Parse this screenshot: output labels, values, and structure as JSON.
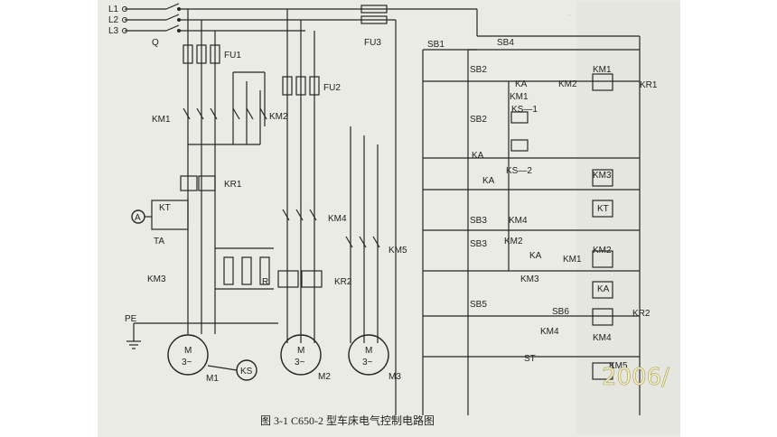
{
  "labels": {
    "L1": "L1",
    "L2": "L2",
    "L3": "L3",
    "Q": "Q",
    "FU1": "FU1",
    "FU2": "FU2",
    "FU3": "FU3",
    "KM1_main": "KM1",
    "KM2_main": "KM2",
    "KR1_main": "KR1",
    "KT_main": "KT",
    "TA": "TA",
    "A": "A",
    "KM3_main": "KM3",
    "R": "R",
    "KR2_main": "KR2",
    "KM4_main": "KM4",
    "KM5_main": "KM5",
    "PE": "PE",
    "M1_sym": "M",
    "M1_phase": "3~",
    "M1": "M1",
    "KS": "KS",
    "M2_sym": "M",
    "M2_phase": "3~",
    "M2": "M2",
    "M3_sym": "M",
    "M3_phase": "3~",
    "M3": "M3",
    "SB1": "SB1",
    "SB4": "SB4",
    "SB2a": "SB2",
    "SB2b": "SB2",
    "KA_top": "KA",
    "KM1_c1": "KM1",
    "KS1": "KS—1",
    "KM2_c": "KM2",
    "KM1_coil": "KM1",
    "KR1_c": "KR1",
    "KA_l": "KA",
    "KA_l2": "KA",
    "KS2": "KS—2",
    "KM3_coil": "KM3",
    "KT_coil": "KT",
    "SB3a": "SB3",
    "KM4_c": "KM4",
    "SB3b": "SB3",
    "KM2_c2": "KM2",
    "KA_c3": "KA",
    "KM1_c2": "KM1",
    "KM2_coil": "KM2",
    "KM3_c": "KM3",
    "KA_coil": "KA",
    "SB5": "SB5",
    "SB6": "SB6",
    "KM4_c2": "KM4",
    "KM4_coil": "KM4",
    "KR2_c": "KR2",
    "ST": "ST",
    "KM5_coil": "KM5"
  },
  "caption": "图 3-1    C650-2 型车床电气控制电路图",
  "stamp": "2006/"
}
